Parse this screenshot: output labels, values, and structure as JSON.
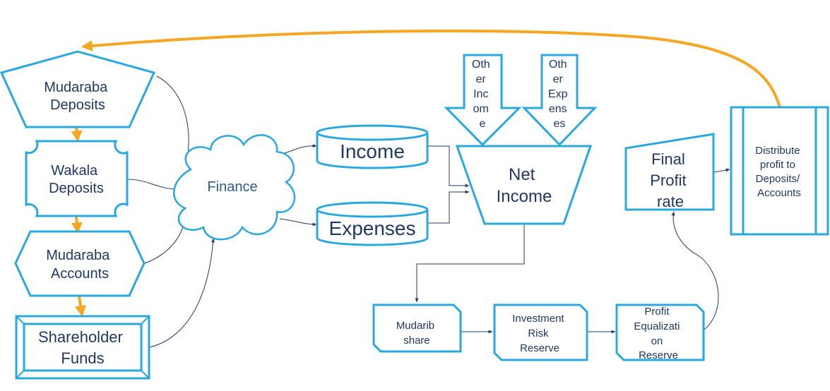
{
  "colors": {
    "stroke": "#29a8e0",
    "fill": "#ffffff",
    "text": "#1f3864",
    "connector": "#1f3864",
    "accent_arrow": "#f5a623"
  },
  "nodes": {
    "mudaraba_deposits": [
      "Mudaraba",
      "Deposits"
    ],
    "wakala_deposits": [
      "Wakala",
      "Deposits"
    ],
    "mudaraba_accounts": [
      "Mudaraba",
      "Accounts"
    ],
    "shareholder_funds": [
      "Shareholder",
      "Funds"
    ],
    "finance": [
      "Finance"
    ],
    "income": [
      "Income"
    ],
    "expenses": [
      "Expenses"
    ],
    "other_income": [
      "Oth",
      "er",
      "Inc",
      "om",
      "e"
    ],
    "other_expenses": [
      "Oth",
      "er",
      "Exp",
      "ens",
      "es"
    ],
    "net_income": [
      "Net",
      "Income"
    ],
    "final_profit_rate": [
      "Final",
      "Profit",
      "rate"
    ],
    "distribute_profit": [
      "Distribute",
      "profit to",
      "Deposits/",
      "Accounts"
    ],
    "mudarib_share": [
      "Mudarib",
      "share"
    ],
    "investment_risk_reserve": [
      "Investment",
      "Risk",
      "Reserve"
    ],
    "profit_equalization_reserve": [
      "Profit",
      "Equalizati",
      "on",
      "Reserve"
    ]
  }
}
